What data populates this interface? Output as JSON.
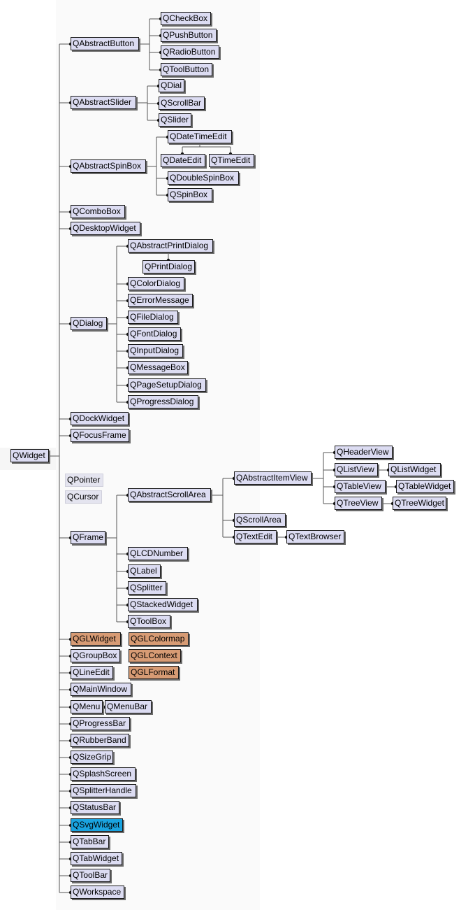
{
  "colors": {
    "qt_module": "#dcdcf2",
    "opengl_module": "#d79b74",
    "svg_module": "#1aa3e0",
    "border": "#1a1a1a",
    "connector": "#555555"
  },
  "nodes": [
    {
      "id": "qwidget",
      "label": "QWidget",
      "kind": "qt"
    },
    {
      "id": "qabstractbutton",
      "label": "QAbstractButton",
      "kind": "qt"
    },
    {
      "id": "qcheckbox",
      "label": "QCheckBox",
      "kind": "qt"
    },
    {
      "id": "qpushbutton",
      "label": "QPushButton",
      "kind": "qt"
    },
    {
      "id": "qradiobutton",
      "label": "QRadioButton",
      "kind": "qt"
    },
    {
      "id": "qtoolbutton",
      "label": "QToolButton",
      "kind": "qt"
    },
    {
      "id": "qabstractslider",
      "label": "QAbstractSlider",
      "kind": "qt"
    },
    {
      "id": "qdial",
      "label": "QDial",
      "kind": "qt"
    },
    {
      "id": "qscrollbar",
      "label": "QScrollBar",
      "kind": "qt"
    },
    {
      "id": "qslider",
      "label": "QSlider",
      "kind": "qt"
    },
    {
      "id": "qabstractspinbox",
      "label": "QAbstractSpinBox",
      "kind": "qt"
    },
    {
      "id": "qdatetimeedit",
      "label": "QDateTimeEdit",
      "kind": "qt"
    },
    {
      "id": "qdateedit",
      "label": "QDateEdit",
      "kind": "qt"
    },
    {
      "id": "qtimeedit",
      "label": "QTimeEdit",
      "kind": "qt"
    },
    {
      "id": "qdoublespinbox",
      "label": "QDoubleSpinBox",
      "kind": "qt"
    },
    {
      "id": "qspinbox",
      "label": "QSpinBox",
      "kind": "qt"
    },
    {
      "id": "qcombobox",
      "label": "QComboBox",
      "kind": "qt"
    },
    {
      "id": "qdesktopwidget",
      "label": "QDesktopWidget",
      "kind": "qt"
    },
    {
      "id": "qdialog",
      "label": "QDialog",
      "kind": "qt"
    },
    {
      "id": "qabstractprintdialog",
      "label": "QAbstractPrintDialog",
      "kind": "qt"
    },
    {
      "id": "qprintdialog",
      "label": "QPrintDialog",
      "kind": "qt"
    },
    {
      "id": "qcolordialog",
      "label": "QColorDialog",
      "kind": "qt"
    },
    {
      "id": "qerrormessage",
      "label": "QErrorMessage",
      "kind": "qt"
    },
    {
      "id": "qfiledialog",
      "label": "QFileDialog",
      "kind": "qt"
    },
    {
      "id": "qfontdialog",
      "label": "QFontDialog",
      "kind": "qt"
    },
    {
      "id": "qinputdialog",
      "label": "QInputDialog",
      "kind": "qt"
    },
    {
      "id": "qmessagebox",
      "label": "QMessageBox",
      "kind": "qt"
    },
    {
      "id": "qpagesetupdialog",
      "label": "QPageSetupDialog",
      "kind": "qt"
    },
    {
      "id": "qprogressdialog",
      "label": "QProgressDialog",
      "kind": "qt"
    },
    {
      "id": "qdockwidget",
      "label": "QDockWidget",
      "kind": "qt"
    },
    {
      "id": "qfocusframe",
      "label": "QFocusFrame",
      "kind": "qt"
    },
    {
      "id": "qpointer",
      "label": "QPointer",
      "kind": "free"
    },
    {
      "id": "qcursor",
      "label": "QCursor",
      "kind": "free"
    },
    {
      "id": "qframe",
      "label": "QFrame",
      "kind": "qt"
    },
    {
      "id": "qabstractscrollarea",
      "label": "QAbstractScrollArea",
      "kind": "qt"
    },
    {
      "id": "qabstractitemview",
      "label": "QAbstractItemView",
      "kind": "qt"
    },
    {
      "id": "qheaderview",
      "label": "QHeaderView",
      "kind": "qt"
    },
    {
      "id": "qlistview",
      "label": "QListView",
      "kind": "qt"
    },
    {
      "id": "qlistwidget",
      "label": "QListWidget",
      "kind": "qt"
    },
    {
      "id": "qtableview",
      "label": "QTableView",
      "kind": "qt"
    },
    {
      "id": "qtablewidget",
      "label": "QTableWidget",
      "kind": "qt"
    },
    {
      "id": "qtreeview",
      "label": "QTreeView",
      "kind": "qt"
    },
    {
      "id": "qtreewidget",
      "label": "QTreeWidget",
      "kind": "qt"
    },
    {
      "id": "qscrollarea",
      "label": "QScrollArea",
      "kind": "qt"
    },
    {
      "id": "qtextedit",
      "label": "QTextEdit",
      "kind": "qt"
    },
    {
      "id": "qtextbrowser",
      "label": "QTextBrowser",
      "kind": "qt"
    },
    {
      "id": "qlcdnumber",
      "label": "QLCDNumber",
      "kind": "qt"
    },
    {
      "id": "qlabel",
      "label": "QLabel",
      "kind": "qt"
    },
    {
      "id": "qsplitter",
      "label": "QSplitter",
      "kind": "qt"
    },
    {
      "id": "qstackedwidget",
      "label": "QStackedWidget",
      "kind": "qt"
    },
    {
      "id": "qtoolbox",
      "label": "QToolBox",
      "kind": "qt"
    },
    {
      "id": "qglwidget",
      "label": "QGLWidget",
      "kind": "gl"
    },
    {
      "id": "qglcolormap",
      "label": "QGLColormap",
      "kind": "gl"
    },
    {
      "id": "qglcontext",
      "label": "QGLContext",
      "kind": "gl"
    },
    {
      "id": "qglformat",
      "label": "QGLFormat",
      "kind": "gl"
    },
    {
      "id": "qgroupbox",
      "label": "QGroupBox",
      "kind": "qt"
    },
    {
      "id": "qlineedit",
      "label": "QLineEdit",
      "kind": "qt"
    },
    {
      "id": "qmainwindow",
      "label": "QMainWindow",
      "kind": "qt"
    },
    {
      "id": "qmenu",
      "label": "QMenu",
      "kind": "qt"
    },
    {
      "id": "qmenubar",
      "label": "QMenuBar",
      "kind": "qt"
    },
    {
      "id": "qprogressbar",
      "label": "QProgressBar",
      "kind": "qt"
    },
    {
      "id": "qrubberband",
      "label": "QRubberBand",
      "kind": "qt"
    },
    {
      "id": "qsizegrip",
      "label": "QSizeGrip",
      "kind": "qt"
    },
    {
      "id": "qsplashscreen",
      "label": "QSplashScreen",
      "kind": "qt"
    },
    {
      "id": "qsplitterhandle",
      "label": "QSplitterHandle",
      "kind": "qt"
    },
    {
      "id": "qstatusbar",
      "label": "QStatusBar",
      "kind": "qt"
    },
    {
      "id": "qsvgwidget",
      "label": "QSvgWidget",
      "kind": "svg"
    },
    {
      "id": "qtabbar",
      "label": "QTabBar",
      "kind": "qt"
    },
    {
      "id": "qtabwidget",
      "label": "QTabWidget",
      "kind": "qt"
    },
    {
      "id": "qtoolbar",
      "label": "QToolBar",
      "kind": "qt"
    },
    {
      "id": "qworkspace",
      "label": "QWorkspace",
      "kind": "qt"
    }
  ],
  "edges": [
    [
      "qwidget",
      "qabstractbutton"
    ],
    [
      "qwidget",
      "qabstractslider"
    ],
    [
      "qwidget",
      "qabstractspinbox"
    ],
    [
      "qwidget",
      "qcombobox"
    ],
    [
      "qwidget",
      "qdesktopwidget"
    ],
    [
      "qwidget",
      "qdialog"
    ],
    [
      "qwidget",
      "qdockwidget"
    ],
    [
      "qwidget",
      "qfocusframe"
    ],
    [
      "qwidget",
      "qframe"
    ],
    [
      "qwidget",
      "qglwidget"
    ],
    [
      "qwidget",
      "qgroupbox"
    ],
    [
      "qwidget",
      "qlineedit"
    ],
    [
      "qwidget",
      "qmainwindow"
    ],
    [
      "qwidget",
      "qmenu"
    ],
    [
      "qwidget",
      "qprogressbar"
    ],
    [
      "qwidget",
      "qrubberband"
    ],
    [
      "qwidget",
      "qsizegrip"
    ],
    [
      "qwidget",
      "qsplashscreen"
    ],
    [
      "qwidget",
      "qsplitterhandle"
    ],
    [
      "qwidget",
      "qstatusbar"
    ],
    [
      "qwidget",
      "qsvgwidget"
    ],
    [
      "qwidget",
      "qtabbar"
    ],
    [
      "qwidget",
      "qtabwidget"
    ],
    [
      "qwidget",
      "qtoolbar"
    ],
    [
      "qwidget",
      "qworkspace"
    ],
    [
      "qabstractbutton",
      "qcheckbox"
    ],
    [
      "qabstractbutton",
      "qpushbutton"
    ],
    [
      "qabstractbutton",
      "qradiobutton"
    ],
    [
      "qabstractbutton",
      "qtoolbutton"
    ],
    [
      "qabstractslider",
      "qdial"
    ],
    [
      "qabstractslider",
      "qscrollbar"
    ],
    [
      "qabstractslider",
      "qslider"
    ],
    [
      "qabstractspinbox",
      "qdatetimeedit"
    ],
    [
      "qabstractspinbox",
      "qdoublespinbox"
    ],
    [
      "qabstractspinbox",
      "qspinbox"
    ],
    [
      "qdatetimeedit",
      "qdateedit"
    ],
    [
      "qdatetimeedit",
      "qtimeedit"
    ],
    [
      "qdialog",
      "qabstractprintdialog"
    ],
    [
      "qdialog",
      "qcolordialog"
    ],
    [
      "qdialog",
      "qerrormessage"
    ],
    [
      "qdialog",
      "qfiledialog"
    ],
    [
      "qdialog",
      "qfontdialog"
    ],
    [
      "qdialog",
      "qinputdialog"
    ],
    [
      "qdialog",
      "qmessagebox"
    ],
    [
      "qdialog",
      "qpagesetupdialog"
    ],
    [
      "qdialog",
      "qprogressdialog"
    ],
    [
      "qabstractprintdialog",
      "qprintdialog"
    ],
    [
      "qframe",
      "qabstractscrollarea"
    ],
    [
      "qframe",
      "qlcdnumber"
    ],
    [
      "qframe",
      "qlabel"
    ],
    [
      "qframe",
      "qsplitter"
    ],
    [
      "qframe",
      "qstackedwidget"
    ],
    [
      "qframe",
      "qtoolbox"
    ],
    [
      "qabstractscrollarea",
      "qabstractitemview"
    ],
    [
      "qabstractscrollarea",
      "qscrollarea"
    ],
    [
      "qabstractscrollarea",
      "qtextedit"
    ],
    [
      "qabstractitemview",
      "qheaderview"
    ],
    [
      "qabstractitemview",
      "qlistview"
    ],
    [
      "qabstractitemview",
      "qtableview"
    ],
    [
      "qabstractitemview",
      "qtreeview"
    ],
    [
      "qlistview",
      "qlistwidget"
    ],
    [
      "qtableview",
      "qtablewidget"
    ],
    [
      "qtreeview",
      "qtreewidget"
    ],
    [
      "qtextedit",
      "qtextbrowser"
    ],
    [
      "qmenu",
      "qmenubar"
    ]
  ]
}
